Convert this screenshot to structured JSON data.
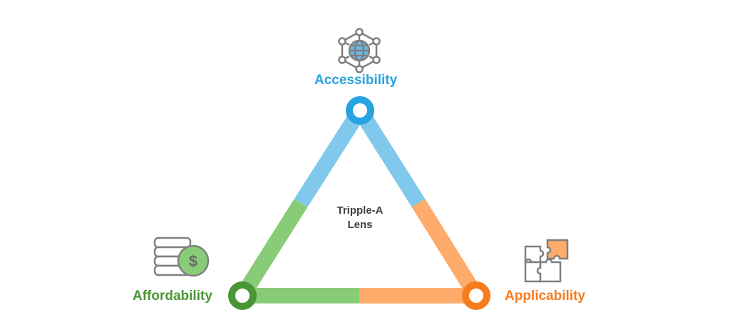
{
  "title_center": {
    "line1": "Tripple-A",
    "line2": "Lens"
  },
  "nodes": {
    "accessibility": {
      "label": "Accessibility",
      "color": "#29a3e0",
      "edge_color": "#80c9ec",
      "icon": "globe-network-icon"
    },
    "affordability": {
      "label": "Affordability",
      "color": "#4a9535",
      "edge_color": "#88cc77",
      "icon": "coins-dollar-icon"
    },
    "applicability": {
      "label": "Applicability",
      "color": "#f57c1f",
      "edge_color": "#ffab6b",
      "icon": "puzzle-icon"
    }
  },
  "icon_gray": "#7f7f7f"
}
